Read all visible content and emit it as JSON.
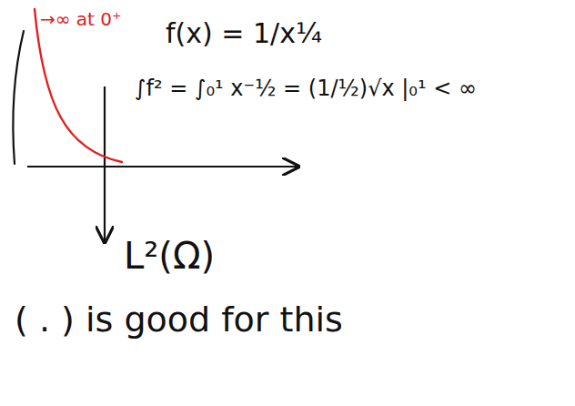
{
  "diagram": {
    "labels": [
      "→∞ at 0⁺",
      "f(x) = 1/x¼",
      "∫f² = ∫₀¹ x⁻½ = (1/½)√x |₀¹ < ∞",
      "L²(Ω)",
      "( . ) is good for this"
    ]
  }
}
